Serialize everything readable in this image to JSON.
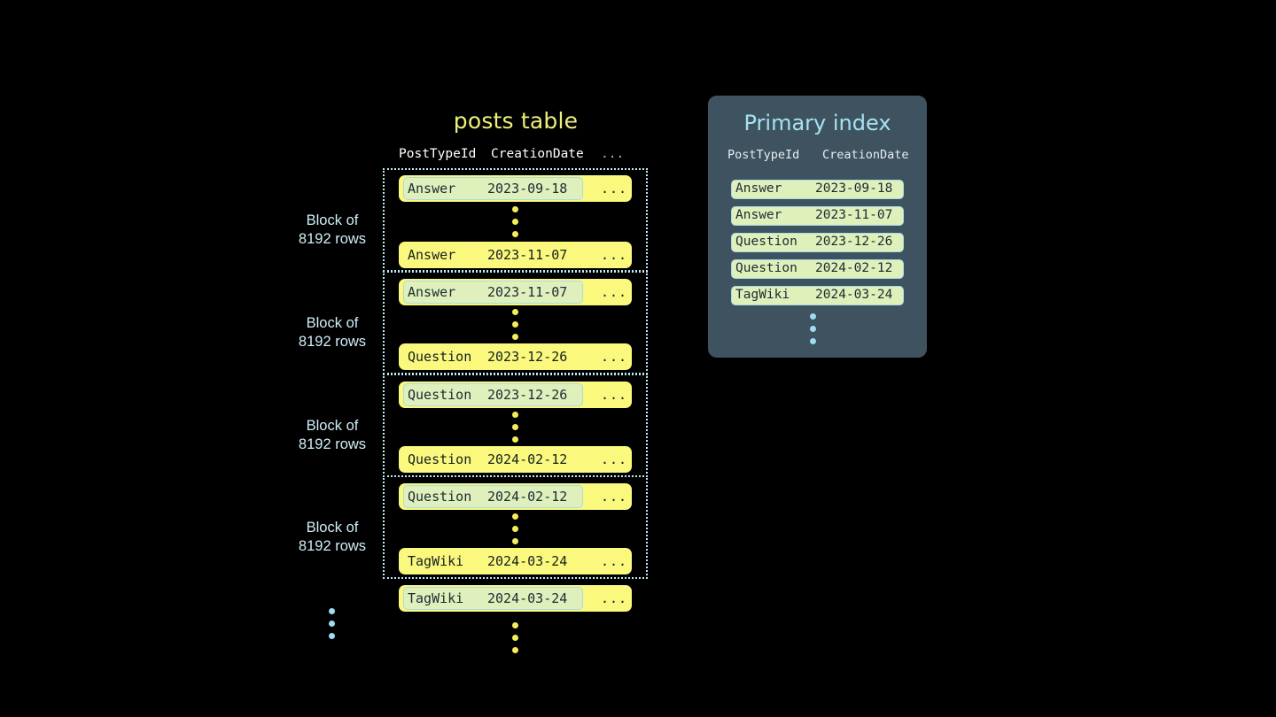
{
  "posts_table": {
    "title": "posts table",
    "columns": [
      "PostTypeId",
      "CreationDate",
      "..."
    ],
    "blocks": [
      {
        "label_line1": "Block of",
        "label_line2": "8192 rows",
        "first_row": {
          "type": "Answer",
          "date": "2023-09-18",
          "more": "...",
          "boundary": true
        },
        "last_row": {
          "type": "Answer",
          "date": "2023-11-07",
          "more": "...",
          "boundary": false
        }
      },
      {
        "label_line1": "Block of",
        "label_line2": "8192 rows",
        "first_row": {
          "type": "Answer",
          "date": "2023-11-07",
          "more": "...",
          "boundary": true
        },
        "last_row": {
          "type": "Question",
          "date": "2023-12-26",
          "more": "...",
          "boundary": false
        }
      },
      {
        "label_line1": "Block of",
        "label_line2": "8192 rows",
        "first_row": {
          "type": "Question",
          "date": "2023-12-26",
          "more": "...",
          "boundary": true
        },
        "last_row": {
          "type": "Question",
          "date": "2024-02-12",
          "more": "...",
          "boundary": false
        }
      },
      {
        "label_line1": "Block of",
        "label_line2": "8192 rows",
        "first_row": {
          "type": "Question",
          "date": "2024-02-12",
          "more": "...",
          "boundary": true
        },
        "last_row": {
          "type": "TagWiki",
          "date": "2024-03-24",
          "more": "...",
          "boundary": false
        }
      }
    ],
    "trailing_row": {
      "type": "TagWiki",
      "date": "2024-03-24",
      "more": "...",
      "boundary": true
    }
  },
  "primary_index": {
    "title": "Primary index",
    "columns": [
      "PostTypeId",
      "CreationDate"
    ],
    "rows": [
      {
        "type": "Answer",
        "date": "2023-09-18"
      },
      {
        "type": "Answer",
        "date": "2023-11-07"
      },
      {
        "type": "Question",
        "date": "2023-12-26"
      },
      {
        "type": "Question",
        "date": "2024-02-12"
      },
      {
        "type": "TagWiki",
        "date": "2024-03-24"
      }
    ]
  },
  "colors": {
    "background": "#000000",
    "row_yellow": "#fbf87e",
    "highlight_green": "#dff0bd",
    "accent_blue": "#a6e2f0",
    "panel_slate": "#3e5260",
    "title_yellow": "#efef7a",
    "dot_yellow": "#f5ec5a",
    "dot_blue": "#9fdcf2"
  }
}
